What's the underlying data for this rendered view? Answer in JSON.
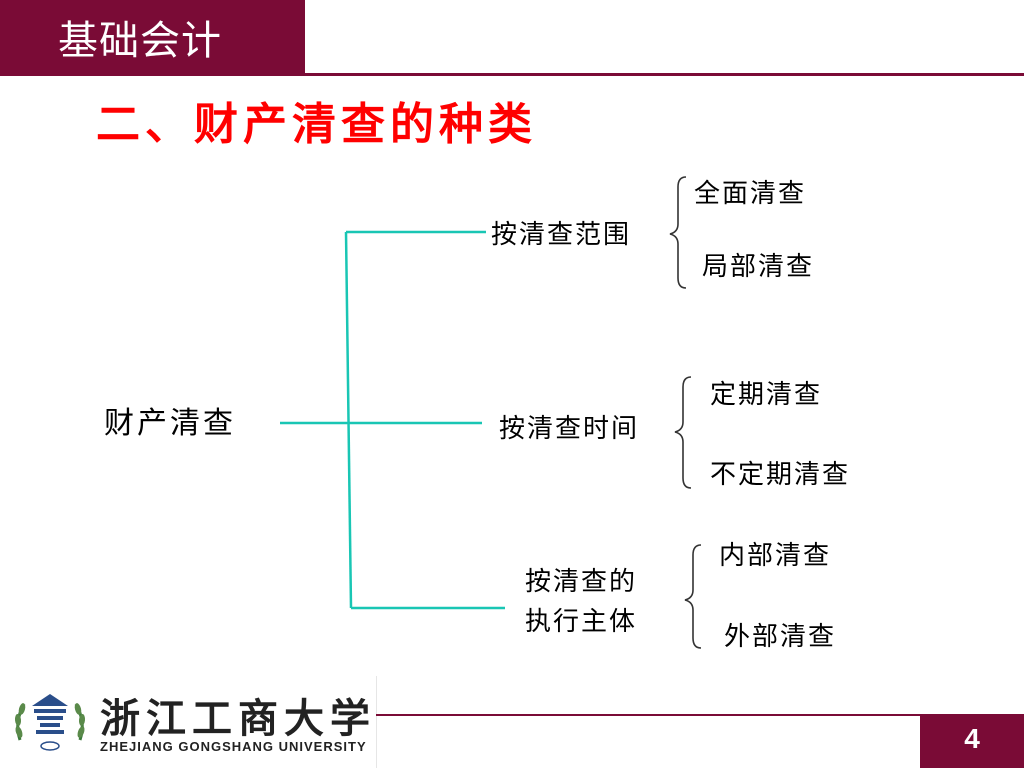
{
  "header": {
    "title": "基础会计"
  },
  "slide": {
    "title": "二、财产清查的种类"
  },
  "diagram": {
    "root": "财产清查",
    "branches": [
      {
        "label": "按清查范围",
        "children": [
          "全面清查",
          "局部清查"
        ]
      },
      {
        "label": "按清查时间",
        "children": [
          "定期清查",
          "不定期清查"
        ]
      },
      {
        "label_lines": [
          "按清查的",
          "执行主体"
        ],
        "children": [
          "内部清查",
          "外部清查"
        ]
      }
    ],
    "colors": {
      "connector": "#19c6b4",
      "brace": "#333333"
    }
  },
  "footer": {
    "logo_text": "浙江工商大学",
    "logo_subtitle": "ZHEJIANG GONGSHANG UNIVERSITY",
    "page_number": "4"
  },
  "colors": {
    "brand": "#7a0b36",
    "title": "#ff0000"
  }
}
